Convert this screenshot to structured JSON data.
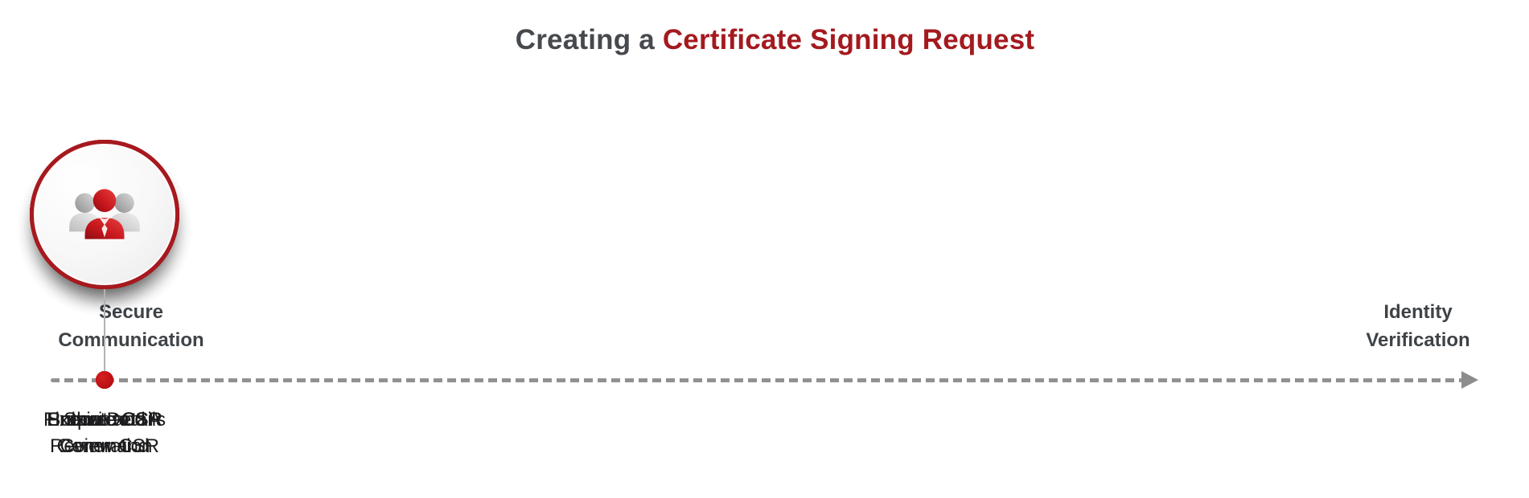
{
  "title": {
    "prefix": "Creating a ",
    "highlight": "Certificate Signing Request"
  },
  "timeline": {
    "left_label": {
      "line1": "Secure",
      "line2": "Communication"
    },
    "right_label": {
      "line1": "Identity",
      "line2": "Verification"
    },
    "steps": [
      {
        "icon": "person-check-icon",
        "label_line1": "Submit to CA",
        "label_line2": ""
      },
      {
        "icon": "double-checkmark-icon",
        "label_line1": "Save and",
        "label_line2": "Review CSR"
      },
      {
        "icon": "documents-icon",
        "label_line1": "Find in Details",
        "label_line2": ""
      },
      {
        "icon": "folder-user-icon",
        "label_line1": "Execute CSR",
        "label_line2": "Generation"
      },
      {
        "icon": "team-icon",
        "label_line1": "Prepare CSR",
        "label_line2": "Command"
      }
    ]
  },
  "colors": {
    "accent_red": "#a6191e",
    "title_red": "#a31a1f",
    "title_gray": "#46494d",
    "side_label_gray": "#3e4347",
    "step_label_black": "#1c1c1e",
    "track_gray": "#919191",
    "dot_red": "#be1016"
  }
}
